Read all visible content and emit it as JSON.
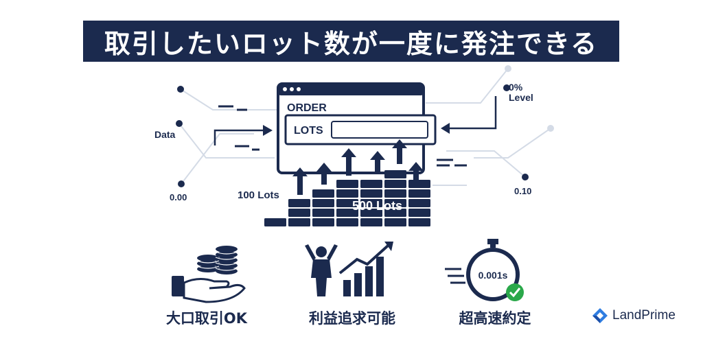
{
  "title": "取引したいロット数が一度に発注できる",
  "order_window": {
    "header": "ORDER",
    "lots_label": "LOTS",
    "lots_value": ""
  },
  "side_labels": {
    "data": "Data",
    "level": "0% Level",
    "level_line1": "0%",
    "level_line2": "Level",
    "zero": "0.00",
    "point_ten": "0.10"
  },
  "stack_labels": {
    "small": "100 Lots",
    "large": "500 Lots"
  },
  "features": [
    {
      "icon": "coins-hand-icon",
      "label": "大口取引OK"
    },
    {
      "icon": "growth-chart-icon",
      "label": "利益追求可能"
    },
    {
      "icon": "stopwatch-icon",
      "label": "超高速約定",
      "badge": "0.001s"
    }
  ],
  "brand": {
    "name": "LandPrime"
  },
  "colors": {
    "navy": "#1b2a4e",
    "line": "#d4dbe6",
    "check": "#2aa84a"
  }
}
